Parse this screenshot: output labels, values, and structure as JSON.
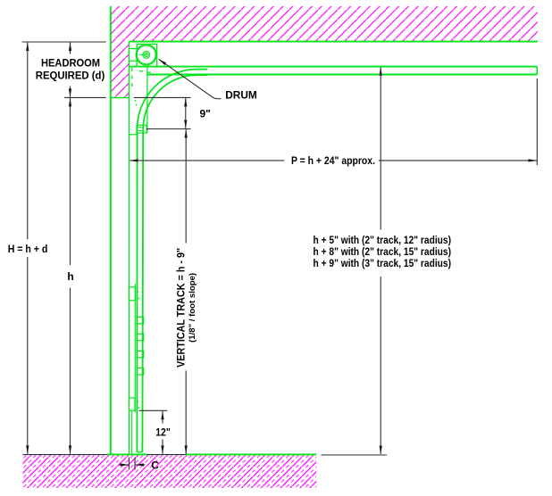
{
  "diagram": {
    "type": "sectional-overhead-door-headroom-detail",
    "colors": {
      "door_and_track_green": "#00e51a",
      "wall_hatch_magenta": "#ff00ff",
      "dimension_line_gray": "#3d3d3d",
      "text_black": "#000000",
      "background": "#ffffff"
    },
    "labels": {
      "headroom_line1": "HEADROOM",
      "headroom_line2": "REQUIRED (d)",
      "drum": "DRUM",
      "nine_inch": "9\"",
      "p_dimension": "P = h + 24\" approx.",
      "total_height": "H = h + d",
      "opening_height": "h",
      "note_line1": "h + 5\" with (2\" track, 12\" radius)",
      "note_line2": "h + 8\" with (2\" track, 15\" radius)",
      "note_line3": "h + 9\" with (3\" track, 15\" radius)",
      "vertical_track": "VERTICAL TRACK = h - 9\"",
      "slope_note": "(1/8\" / foot slope)",
      "twelve_inch": "12\"",
      "side_clearance": "C"
    }
  }
}
